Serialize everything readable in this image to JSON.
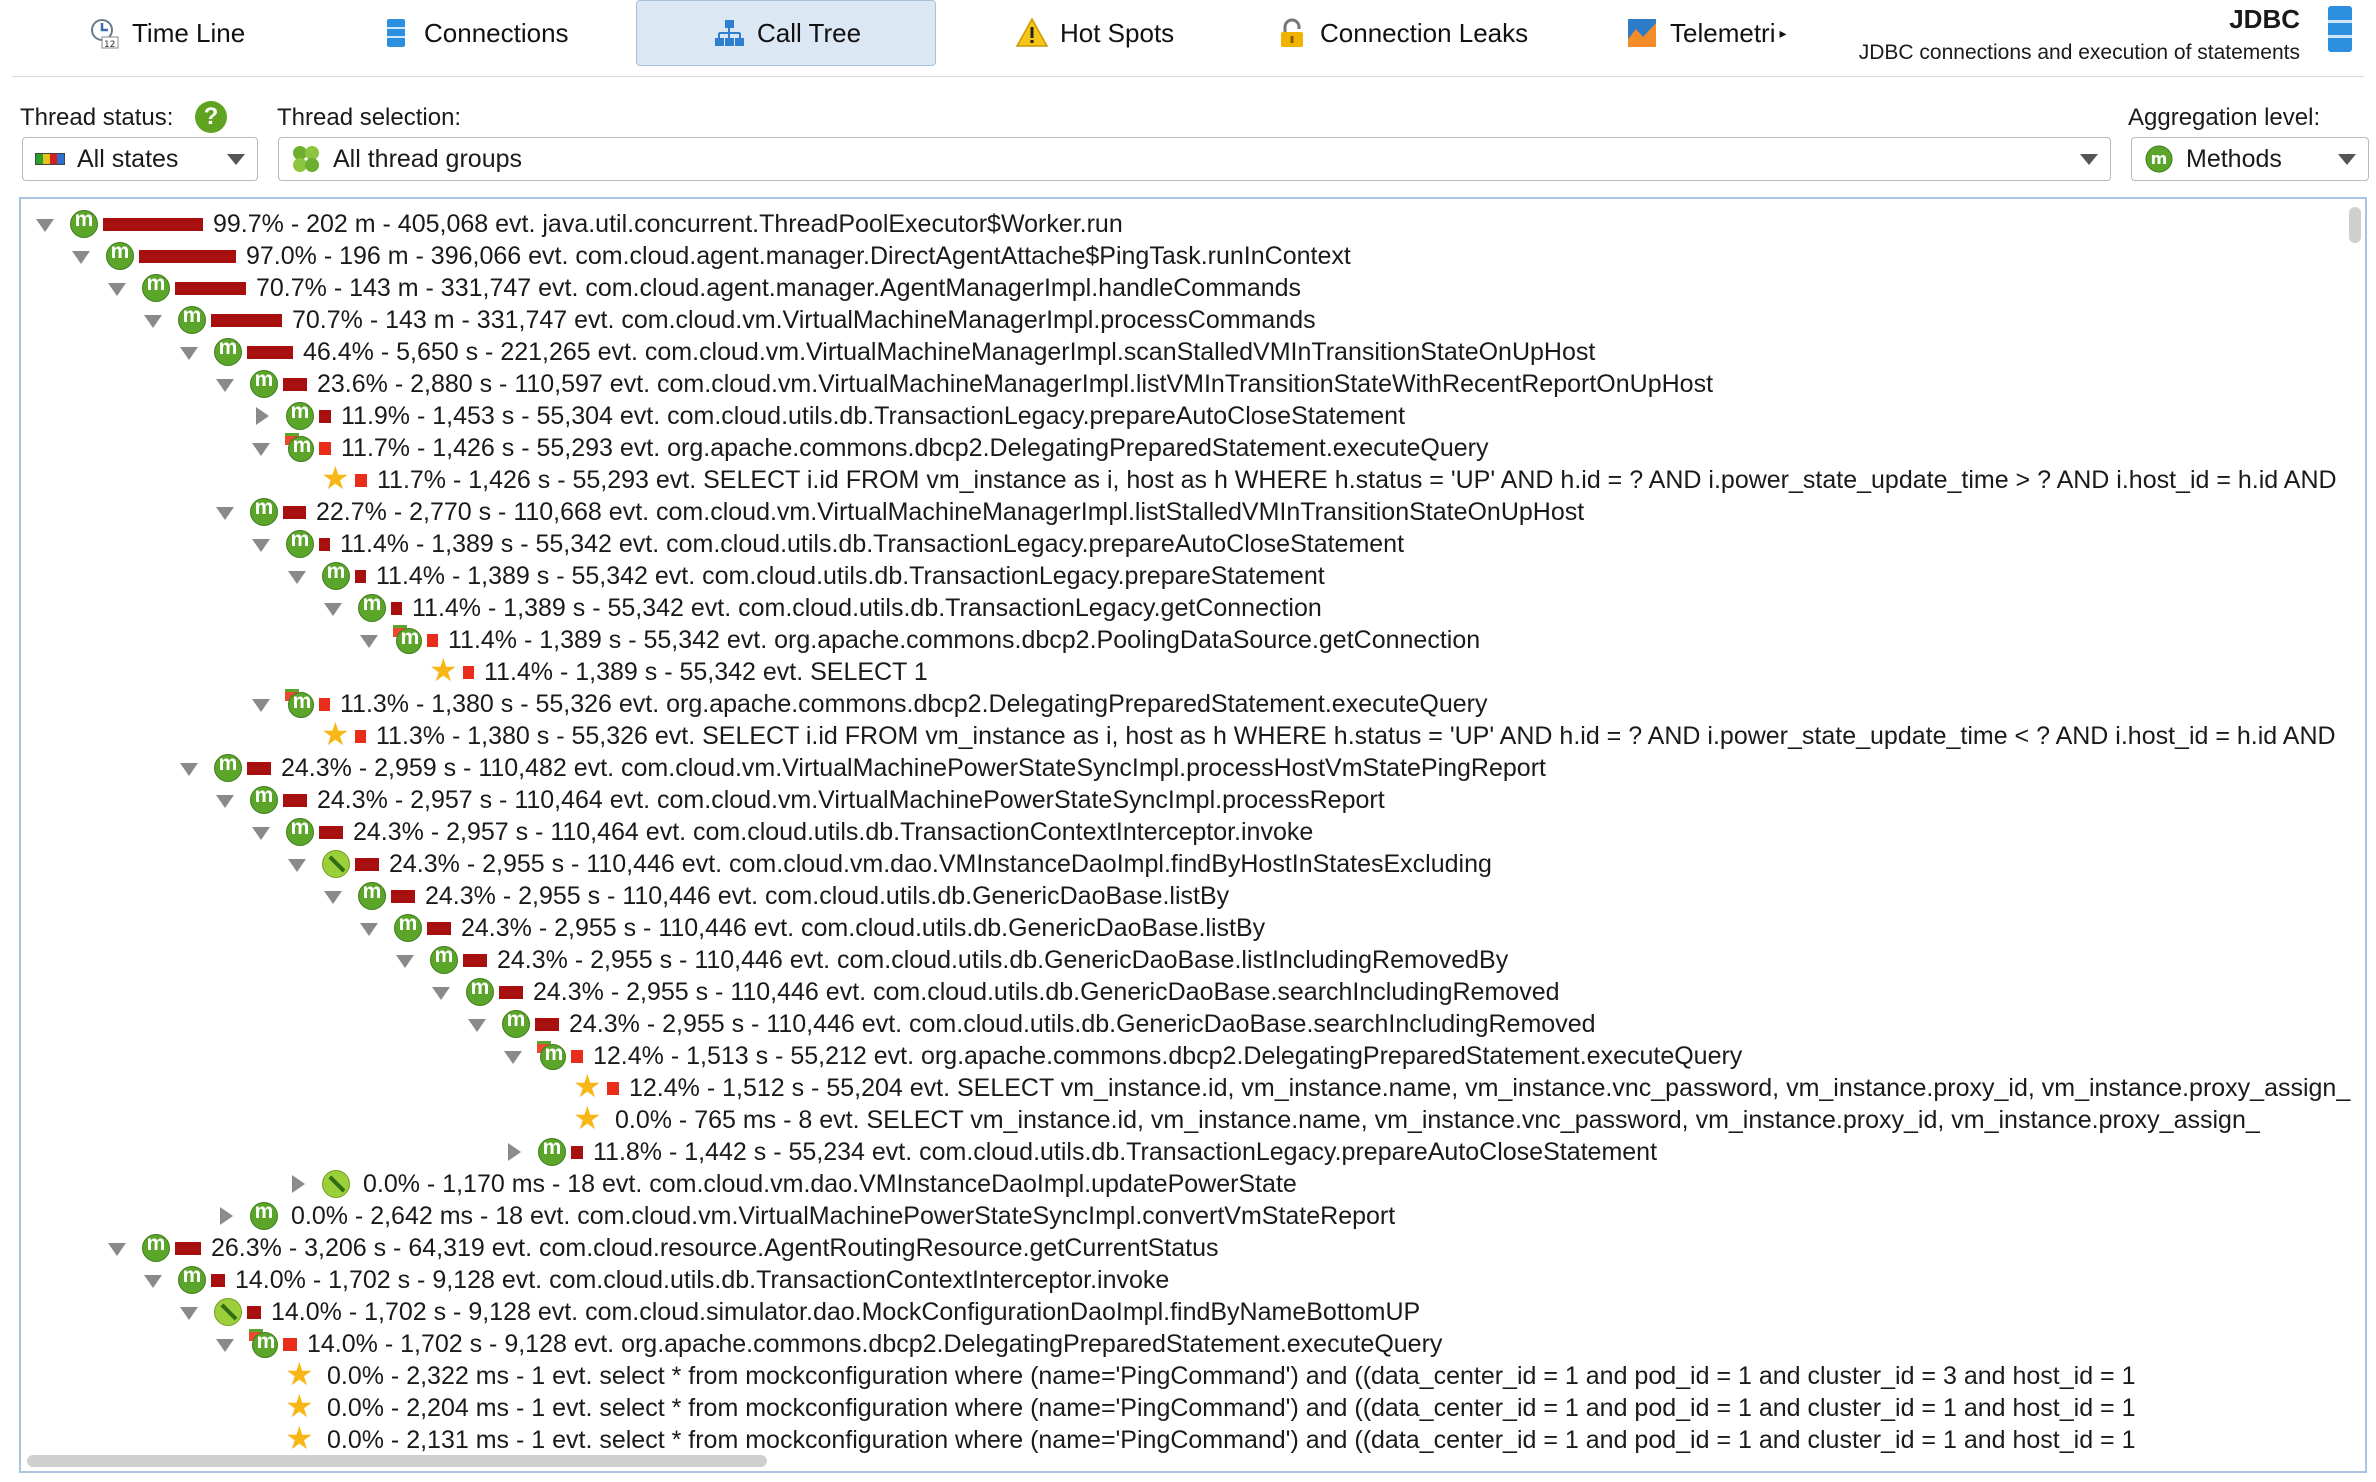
{
  "tabs": [
    {
      "label": "Time Line",
      "icon": "timeline-icon",
      "active": false
    },
    {
      "label": "Connections",
      "icon": "connections-icon",
      "active": false
    },
    {
      "label": "Call Tree",
      "icon": "call-tree-icon",
      "active": true
    },
    {
      "label": "Hot Spots",
      "icon": "hot-spots-icon",
      "active": false
    },
    {
      "label": "Connection Leaks",
      "icon": "lock-icon",
      "active": false
    },
    {
      "label": "Telemetri",
      "icon": "telemetry-icon",
      "active": false
    }
  ],
  "app": {
    "title": "JDBC",
    "subtitle": "JDBC connections and execution of statements"
  },
  "filters": {
    "thread_status_label": "Thread status:",
    "thread_status_value": "All states",
    "thread_selection_label": "Thread selection:",
    "thread_selection_value": "All thread groups",
    "aggregation_label": "Aggregation level:",
    "aggregation_value": "Methods"
  },
  "colors": {
    "bar_dark": "#a80f0f",
    "bar_red": "#e82d1a",
    "method_icon": "#5aa52a",
    "accent_border": "#a7c4e4",
    "active_tab": "#dbe7f3"
  },
  "tree": [
    {
      "depth": 0,
      "toggle": "open",
      "icon": "method",
      "pct": 99.7,
      "bar": "dark",
      "text": "99.7% - 202 m - 405,068 evt. java.util.concurrent.ThreadPoolExecutor$Worker.run"
    },
    {
      "depth": 1,
      "toggle": "open",
      "icon": "method",
      "pct": 97.0,
      "bar": "dark",
      "text": "97.0% - 196 m - 396,066 evt. com.cloud.agent.manager.DirectAgentAttache$PingTask.runInContext"
    },
    {
      "depth": 2,
      "toggle": "open",
      "icon": "method",
      "pct": 70.7,
      "bar": "dark",
      "text": "70.7% - 143 m - 331,747 evt. com.cloud.agent.manager.AgentManagerImpl.handleCommands"
    },
    {
      "depth": 3,
      "toggle": "open",
      "icon": "method",
      "pct": 70.7,
      "bar": "dark",
      "text": "70.7% - 143 m - 331,747 evt. com.cloud.vm.VirtualMachineManagerImpl.processCommands"
    },
    {
      "depth": 4,
      "toggle": "open",
      "icon": "method",
      "pct": 46.4,
      "bar": "dark",
      "text": "46.4% - 5,650 s - 221,265 evt. com.cloud.vm.VirtualMachineManagerImpl.scanStalledVMInTransitionStateOnUpHost"
    },
    {
      "depth": 5,
      "toggle": "open",
      "icon": "method",
      "pct": 23.6,
      "bar": "dark",
      "text": "23.6% - 2,880 s - 110,597 evt. com.cloud.vm.VirtualMachineManagerImpl.listVMInTransitionStateWithRecentReportOnUpHost"
    },
    {
      "depth": 6,
      "toggle": "closed",
      "icon": "method",
      "pct": 11.9,
      "bar": "dark",
      "text": "11.9% - 1,453 s - 55,304 evt. com.cloud.utils.db.TransactionLegacy.prepareAutoCloseStatement"
    },
    {
      "depth": 6,
      "toggle": "open",
      "icon": "jdbc",
      "pct": 11.7,
      "bar": "red",
      "text": "11.7% - 1,426 s - 55,293 evt. org.apache.commons.dbcp2.DelegatingPreparedStatement.executeQuery"
    },
    {
      "depth": 7,
      "toggle": "none",
      "icon": "star",
      "pct": 11.7,
      "bar": "red",
      "text": "11.7% - 1,426 s - 55,293 evt. SELECT i.id FROM vm_instance as i, host as h WHERE h.status = 'UP' AND h.id = ? AND i.power_state_update_time > ? AND i.host_id = h.id AND"
    },
    {
      "depth": 5,
      "toggle": "open",
      "icon": "method",
      "pct": 22.7,
      "bar": "dark",
      "text": "22.7% - 2,770 s - 110,668 evt. com.cloud.vm.VirtualMachineManagerImpl.listStalledVMInTransitionStateOnUpHost"
    },
    {
      "depth": 6,
      "toggle": "open",
      "icon": "method",
      "pct": 11.4,
      "bar": "dark",
      "text": "11.4% - 1,389 s - 55,342 evt. com.cloud.utils.db.TransactionLegacy.prepareAutoCloseStatement"
    },
    {
      "depth": 7,
      "toggle": "open",
      "icon": "method",
      "pct": 11.4,
      "bar": "dark",
      "text": "11.4% - 1,389 s - 55,342 evt. com.cloud.utils.db.TransactionLegacy.prepareStatement"
    },
    {
      "depth": 8,
      "toggle": "open",
      "icon": "method",
      "pct": 11.4,
      "bar": "dark",
      "text": "11.4% - 1,389 s - 55,342 evt. com.cloud.utils.db.TransactionLegacy.getConnection"
    },
    {
      "depth": 9,
      "toggle": "open",
      "icon": "jdbc",
      "pct": 11.4,
      "bar": "red",
      "text": "11.4% - 1,389 s - 55,342 evt. org.apache.commons.dbcp2.PoolingDataSource.getConnection"
    },
    {
      "depth": 10,
      "toggle": "none",
      "icon": "star",
      "pct": 11.4,
      "bar": "red",
      "text": "11.4% - 1,389 s - 55,342 evt. SELECT 1"
    },
    {
      "depth": 6,
      "toggle": "open",
      "icon": "jdbc",
      "pct": 11.3,
      "bar": "red",
      "text": "11.3% - 1,380 s - 55,326 evt. org.apache.commons.dbcp2.DelegatingPreparedStatement.executeQuery"
    },
    {
      "depth": 7,
      "toggle": "none",
      "icon": "star",
      "pct": 11.3,
      "bar": "red",
      "text": "11.3% - 1,380 s - 55,326 evt. SELECT i.id FROM vm_instance as i, host as h WHERE h.status = 'UP' AND h.id = ? AND i.power_state_update_time < ? AND i.host_id = h.id AND"
    },
    {
      "depth": 4,
      "toggle": "open",
      "icon": "method",
      "pct": 24.3,
      "bar": "dark",
      "text": "24.3% - 2,959 s - 110,482 evt. com.cloud.vm.VirtualMachinePowerStateSyncImpl.processHostVmStatePingReport"
    },
    {
      "depth": 5,
      "toggle": "open",
      "icon": "method",
      "pct": 24.3,
      "bar": "dark",
      "text": "24.3% - 2,957 s - 110,464 evt. com.cloud.vm.VirtualMachinePowerStateSyncImpl.processReport"
    },
    {
      "depth": 6,
      "toggle": "open",
      "icon": "method",
      "pct": 24.3,
      "bar": "dark",
      "text": "24.3% - 2,957 s - 110,464 evt. com.cloud.utils.db.TransactionContextInterceptor.invoke"
    },
    {
      "depth": 7,
      "toggle": "open",
      "icon": "dao",
      "pct": 24.3,
      "bar": "dark",
      "text": "24.3% - 2,955 s - 110,446 evt. com.cloud.vm.dao.VMInstanceDaoImpl.findByHostInStatesExcluding"
    },
    {
      "depth": 8,
      "toggle": "open",
      "icon": "method",
      "pct": 24.3,
      "bar": "dark",
      "text": "24.3% - 2,955 s - 110,446 evt. com.cloud.utils.db.GenericDaoBase.listBy"
    },
    {
      "depth": 9,
      "toggle": "open",
      "icon": "method",
      "pct": 24.3,
      "bar": "dark",
      "text": "24.3% - 2,955 s - 110,446 evt. com.cloud.utils.db.GenericDaoBase.listBy"
    },
    {
      "depth": 10,
      "toggle": "open",
      "icon": "method",
      "pct": 24.3,
      "bar": "dark",
      "text": "24.3% - 2,955 s - 110,446 evt. com.cloud.utils.db.GenericDaoBase.listIncludingRemovedBy"
    },
    {
      "depth": 11,
      "toggle": "open",
      "icon": "method",
      "pct": 24.3,
      "bar": "dark",
      "text": "24.3% - 2,955 s - 110,446 evt. com.cloud.utils.db.GenericDaoBase.searchIncludingRemoved"
    },
    {
      "depth": 12,
      "toggle": "open",
      "icon": "method",
      "pct": 24.3,
      "bar": "dark",
      "text": "24.3% - 2,955 s - 110,446 evt. com.cloud.utils.db.GenericDaoBase.searchIncludingRemoved"
    },
    {
      "depth": 13,
      "toggle": "open",
      "icon": "jdbc",
      "pct": 12.4,
      "bar": "red",
      "text": "12.4% - 1,513 s - 55,212 evt. org.apache.commons.dbcp2.DelegatingPreparedStatement.executeQuery"
    },
    {
      "depth": 14,
      "toggle": "none",
      "icon": "star",
      "pct": 12.4,
      "bar": "red",
      "text": "12.4% - 1,512 s - 55,204 evt. SELECT vm_instance.id, vm_instance.name, vm_instance.vnc_password, vm_instance.proxy_id, vm_instance.proxy_assign_"
    },
    {
      "depth": 14,
      "toggle": "none",
      "icon": "star",
      "pct": 0.0,
      "bar": "none",
      "text": "0.0% - 765 ms - 8 evt. SELECT vm_instance.id, vm_instance.name, vm_instance.vnc_password, vm_instance.proxy_id, vm_instance.proxy_assign_"
    },
    {
      "depth": 13,
      "toggle": "closed",
      "icon": "method",
      "pct": 11.8,
      "bar": "dark",
      "text": "11.8% - 1,442 s - 55,234 evt. com.cloud.utils.db.TransactionLegacy.prepareAutoCloseStatement"
    },
    {
      "depth": 7,
      "toggle": "closed",
      "icon": "dao",
      "pct": 0.0,
      "bar": "none",
      "text": "0.0% - 1,170 ms - 18 evt. com.cloud.vm.dao.VMInstanceDaoImpl.updatePowerState"
    },
    {
      "depth": 5,
      "toggle": "closed",
      "icon": "method",
      "pct": 0.0,
      "bar": "none",
      "text": "0.0% - 2,642 ms - 18 evt. com.cloud.vm.VirtualMachinePowerStateSyncImpl.convertVmStateReport"
    },
    {
      "depth": 2,
      "toggle": "open",
      "icon": "method",
      "pct": 26.3,
      "bar": "dark",
      "text": "26.3% - 3,206 s - 64,319 evt. com.cloud.resource.AgentRoutingResource.getCurrentStatus"
    },
    {
      "depth": 3,
      "toggle": "open",
      "icon": "method",
      "pct": 14.0,
      "bar": "dark",
      "text": "14.0% - 1,702 s - 9,128 evt. com.cloud.utils.db.TransactionContextInterceptor.invoke"
    },
    {
      "depth": 4,
      "toggle": "open",
      "icon": "dao",
      "pct": 14.0,
      "bar": "dark",
      "text": "14.0% - 1,702 s - 9,128 evt. com.cloud.simulator.dao.MockConfigurationDaoImpl.findByNameBottomUP"
    },
    {
      "depth": 5,
      "toggle": "open",
      "icon": "jdbc",
      "pct": 14.0,
      "bar": "red",
      "text": "14.0% - 1,702 s - 9,128 evt. org.apache.commons.dbcp2.DelegatingPreparedStatement.executeQuery"
    },
    {
      "depth": 6,
      "toggle": "none",
      "icon": "star",
      "pct": 0.0,
      "bar": "none",
      "text": "0.0% - 2,322 ms - 1 evt. select * from mockconfiguration where (name='PingCommand') and ((data_center_id = 1 and pod_id = 1 and cluster_id = 3 and host_id = 1"
    },
    {
      "depth": 6,
      "toggle": "none",
      "icon": "star",
      "pct": 0.0,
      "bar": "none",
      "text": "0.0% - 2,204 ms - 1 evt. select * from mockconfiguration where (name='PingCommand') and ((data_center_id = 1 and pod_id = 1 and cluster_id = 1 and host_id = 1"
    },
    {
      "depth": 6,
      "toggle": "none",
      "icon": "star",
      "pct": 0.0,
      "bar": "none",
      "text": "0.0% - 2,131 ms - 1 evt. select * from mockconfiguration where (name='PingCommand') and ((data_center_id = 1 and pod_id = 1 and cluster_id = 1 and host_id = 1"
    }
  ]
}
